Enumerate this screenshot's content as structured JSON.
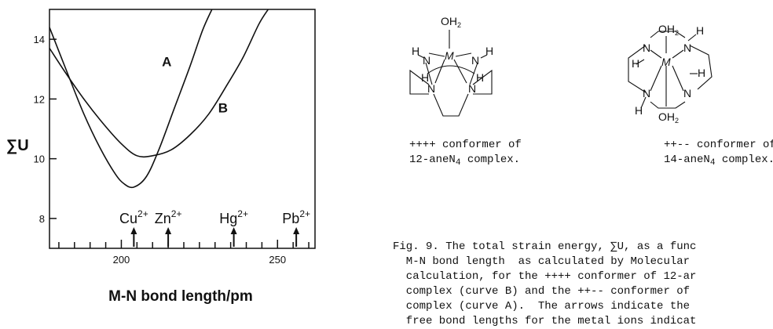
{
  "chart_data": {
    "type": "line",
    "xlabel": "M-N bond length/pm",
    "ylabel": "∑U",
    "xlim": [
      177,
      262
    ],
    "ylim": [
      7.0,
      15.0
    ],
    "x_ticks": [
      200,
      250
    ],
    "y_ticks": [
      8,
      10,
      12,
      14
    ],
    "series": [
      {
        "name": "A",
        "x": [
          177,
          183,
          188,
          193,
          198,
          201,
          204,
          208,
          212,
          217,
          222,
          226,
          229
        ],
        "y": [
          14.4,
          12.8,
          11.5,
          10.4,
          9.5,
          9.15,
          9.05,
          9.4,
          10.3,
          11.7,
          13.1,
          14.3,
          15.0
        ]
      },
      {
        "name": "B",
        "x": [
          177,
          182,
          188,
          194,
          200,
          205,
          210,
          216,
          222,
          228,
          234,
          239,
          244,
          247
        ],
        "y": [
          13.7,
          12.9,
          12.0,
          11.2,
          10.5,
          10.1,
          10.1,
          10.3,
          10.8,
          11.5,
          12.5,
          13.4,
          14.5,
          15.0
        ]
      }
    ],
    "annotations": [
      {
        "ion": "Cu",
        "charge": "2+",
        "x": 204
      },
      {
        "ion": "Zn",
        "charge": "2+",
        "x": 215
      },
      {
        "ion": "Hg",
        "charge": "2+",
        "x": 236
      },
      {
        "ion": "Pb",
        "charge": "2+",
        "x": 256
      }
    ],
    "grid": false
  },
  "conformers": [
    {
      "line1": "++++ conformer of",
      "line2a": "12-aneN",
      "sub": "4",
      "line2b": " complex."
    },
    {
      "line1": "++-- conformer of",
      "line2a": "14-aneN",
      "sub": "4",
      "line2b": " complex."
    }
  ],
  "molecule_labels": {
    "oh2": "OH",
    "oh2_sub": "2",
    "metal": "M",
    "n": "N",
    "h": "H"
  },
  "caption": [
    "Fig. 9. The total strain energy, ∑U, as a func",
    "  M-N bond length  as calculated by Molecular",
    "  calculation, for the ++++ conformer of 12-ar",
    "  complex (curve B) and the ++-- conformer of",
    "  complex (curve A).  The arrows indicate the",
    "  free bond lengths for the metal ions indicat"
  ]
}
